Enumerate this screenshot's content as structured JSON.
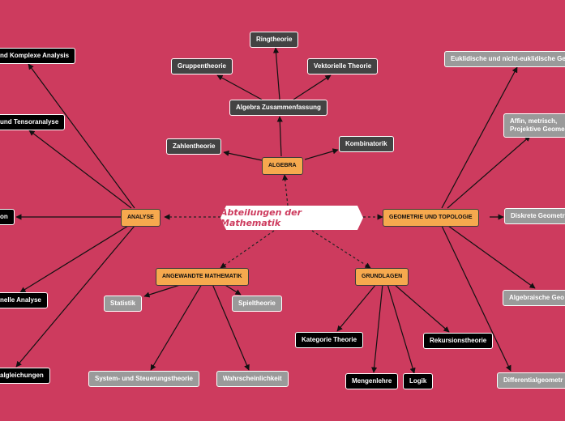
{
  "central": "Abteilungen der Mathematik",
  "branches": {
    "algebra": {
      "label": "ALGEBRA",
      "children": [
        "Zahlentheorie",
        "Algebra Zusammenfassung",
        "Kombinatorik"
      ],
      "sub": [
        "Gruppentheorie",
        "Ringtheorie",
        "Vektorielle Theorie"
      ]
    },
    "analyse": {
      "label": "ANALYSE",
      "children": [
        "nd Komplexe Analysis",
        "und Tensoranalyse",
        "on",
        "nelle Analyse",
        "algleichungen"
      ]
    },
    "geometrie": {
      "label": "GEOMETRIE UND TOPOLOGIE",
      "children": [
        "Euklidische und nicht-euklidische Ge",
        "Affin, metrisch,",
        "Projektive Geome",
        "Diskrete Geometr",
        "Algebraische Geo",
        "Differentialgeometr"
      ]
    },
    "angewandte": {
      "label": "ANGEWANDTE MATHEMATIK",
      "children": [
        "Statistik",
        "Spieltheorie",
        "System- und Steuerungstheorie",
        "Wahrscheinlichkeit"
      ]
    },
    "grundlagen": {
      "label": "GRUNDLAGEN",
      "children": [
        "Kategorie Theorie",
        "Mengenlehre",
        "Logik",
        "Rekursionstheorie"
      ]
    }
  }
}
